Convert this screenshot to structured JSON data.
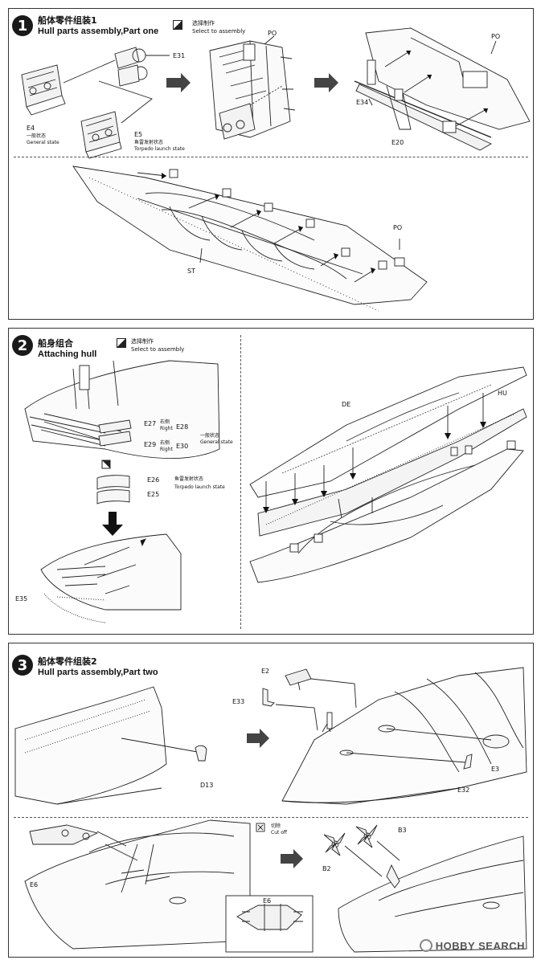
{
  "step1": {
    "number": "1",
    "title_cn": "船体零件组装1",
    "title_en": "Hull parts assembly,Part one",
    "note_cn": "选择制作",
    "note_en": "Select to assembly",
    "labels": {
      "e31": "E31",
      "e4": "E4",
      "e4_state_cn": "一般状态",
      "e4_state_en": "General state",
      "e5": "E5",
      "e5_state_cn": "鱼雷发射状态",
      "e5_state_en": "Torpedo launch state",
      "po_a": "PO",
      "po_b": "PO",
      "e34": "E34",
      "e20": "E20",
      "po_c": "PO",
      "st": "ST"
    }
  },
  "step2": {
    "number": "2",
    "title_cn": "船身组合",
    "title_en": "Attaching hull",
    "note_cn": "选择制作",
    "note_en": "Select to assembly",
    "labels": {
      "e27": "E27",
      "e28": "E28",
      "right_cn_a": "右侧",
      "right_en_a": "Right",
      "e29": "E29",
      "e30": "E30",
      "right_cn_b": "右侧",
      "right_en_b": "Right",
      "general_cn": "一般状态",
      "general_en": "General state",
      "e26": "E26",
      "e25": "E25",
      "torpedo_cn": "鱼雷发射状态",
      "torpedo_en": "Torpedo launch state",
      "e35": "E35",
      "de": "DE",
      "hu": "HU"
    }
  },
  "step3": {
    "number": "3",
    "title_cn": "船体零件组装2",
    "title_en": "Hull parts assembly,Part two",
    "labels": {
      "e2": "E2",
      "e33": "E33",
      "d13": "D13",
      "e3": "E3",
      "e32": "E32",
      "cut_cn": "切除",
      "cut_en": "Cut off",
      "e6_a": "E6",
      "e6_b": "E6",
      "b3": "B3",
      "b2": "B2"
    }
  },
  "watermark": {
    "text": "HOBBY SEARCH"
  }
}
